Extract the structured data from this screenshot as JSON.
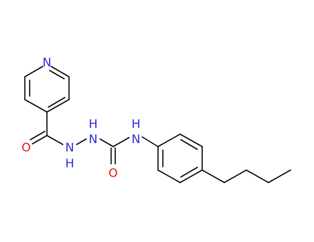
{
  "molecule": {
    "colors": {
      "bond": "#000000",
      "nitrogen": "#2b2bd9",
      "oxygen": "#e8151b",
      "background": "#ffffff"
    },
    "atom_labels": {
      "pyridine_n": "N",
      "carbonyl1_o": "O",
      "hydrazide_nh1_n": "N",
      "hydrazide_nh1_h": "H",
      "hydrazide_nh2_h": "H",
      "hydrazide_nh2_n": "N",
      "carbonyl2_o": "O",
      "anilide_nh_h": "H",
      "anilide_nh_n": "N"
    }
  }
}
